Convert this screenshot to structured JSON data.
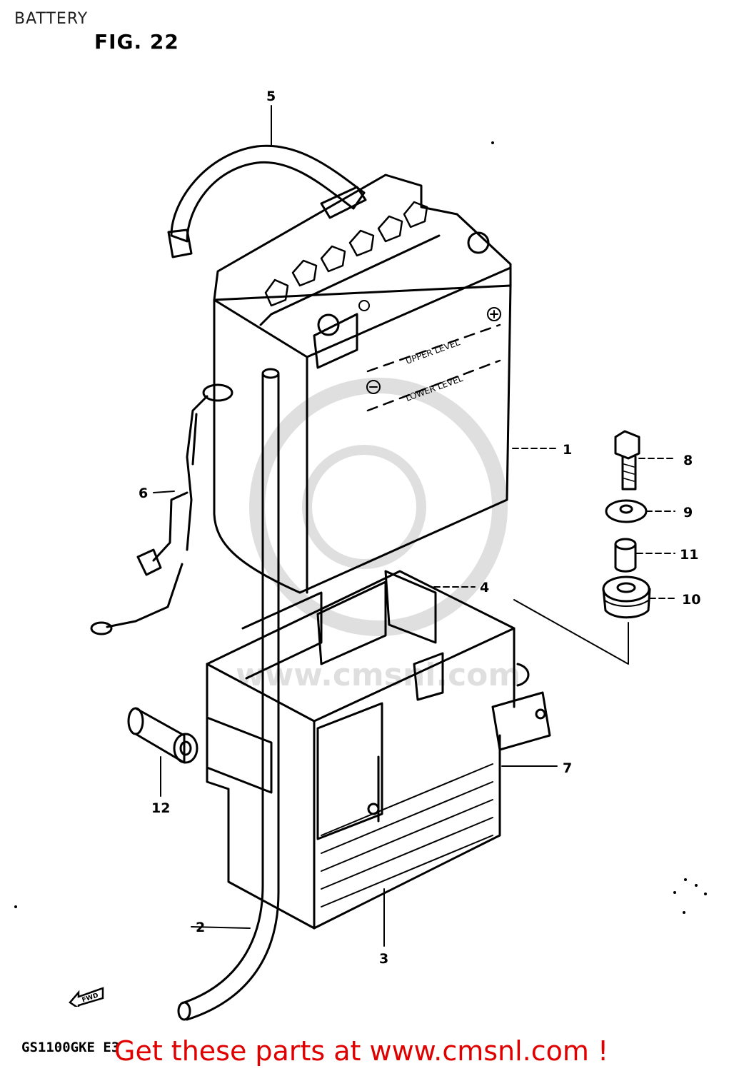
{
  "header": {
    "title": "BATTERY",
    "figure": "FIG. 22"
  },
  "callouts": [
    "1",
    "2",
    "3",
    "4",
    "5",
    "6",
    "7",
    "8",
    "9",
    "10",
    "11",
    "12"
  ],
  "footer": {
    "model_code": "GS1100GKE E3",
    "link_text": "Get these parts at www.cmsnl.com !",
    "link_color": "#e00000"
  },
  "battery_labels": {
    "upper": "UPPER LEVEL",
    "lower": "LOWER LEVEL"
  },
  "watermark_text": "www.cmsnl.com",
  "forward_mark": "FWD"
}
